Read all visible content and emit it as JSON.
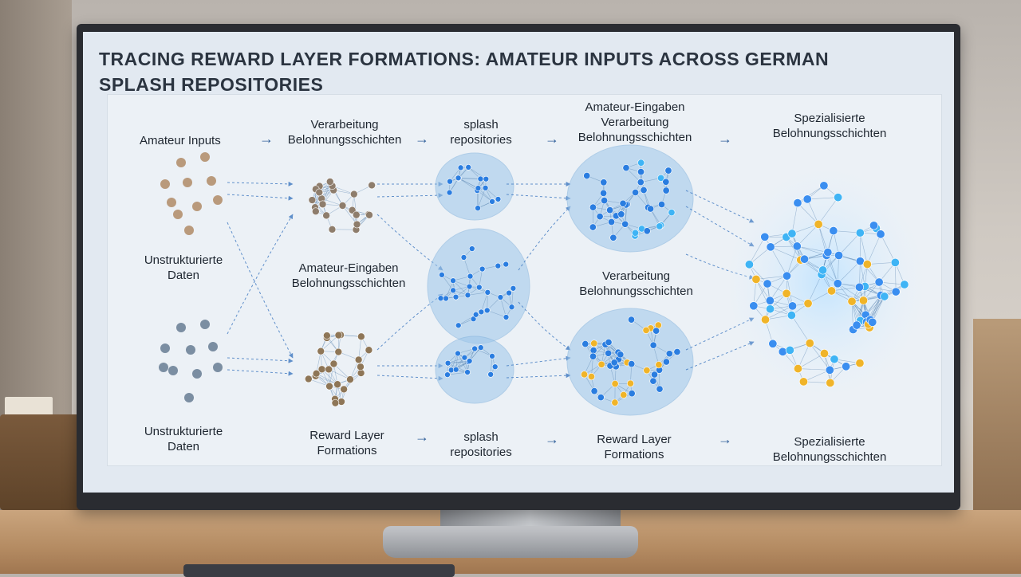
{
  "title": "TRACING REWARD LAYER FORMATIONS: AMATEUR INPUTS ACROSS GERMAN SPLASH REPOSITORIES",
  "labels": {
    "amateur_inputs": "Amateur Inputs",
    "verarbeitung_belohnung_top": "Verarbeitung Belohnungsschichten",
    "splash_top": "splash repositories",
    "amateur_eingaben_verarbeitung": "Amateur-Eingaben Verarbeitung Belohnungsschichten",
    "spezialisierte_top": "Spezialisierte Belohnungsschichten",
    "unstrukturierte_1": "Unstrukturierte Daten",
    "amateur_eingaben_belohnung": "Amateur-Eingaben Belohnungsschichten",
    "verarbeitung_belohnung_mid": "Verarbeitung Belohnungsschichten",
    "unstrukturierte_2": "Unstrukturierte Daten",
    "reward_layer_1": "Reward Layer Formations",
    "splash_bottom": "splash repositories",
    "reward_layer_2": "Reward Layer Formations",
    "spezialisierte_bottom": "Spezialisierte Belohnungsschichten"
  },
  "arrow_glyph": "→",
  "colors": {
    "brown_node": "#b99a7c",
    "grey_node": "#7b8ea2",
    "blue_node": "#2a7de0",
    "cyan_node": "#3fb4f5",
    "gold_node": "#f0b429",
    "blob": "#9dc6ea",
    "connector": "#3c77c0"
  }
}
